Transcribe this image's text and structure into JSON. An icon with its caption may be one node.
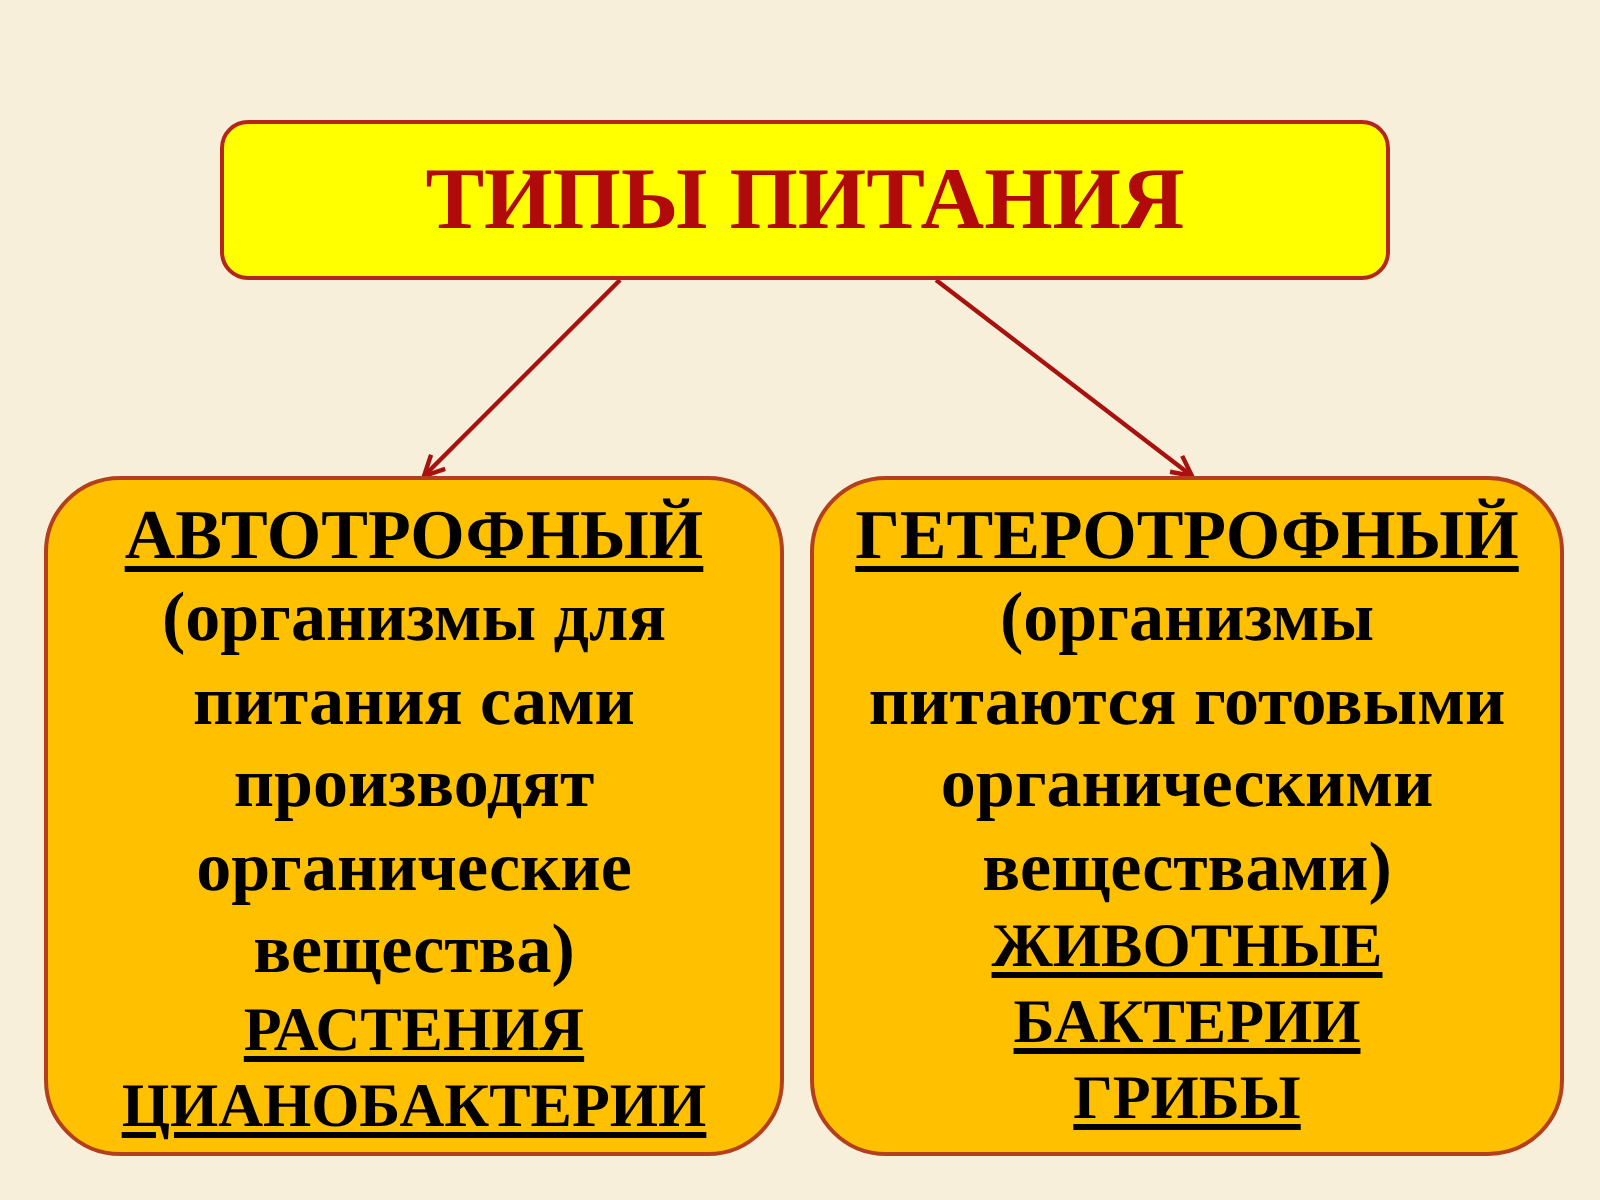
{
  "diagram": {
    "nodes": [
      {
        "text": [
          "ТИПЫ ПИТАНИЯ"
        ]
      },
      {
        "text": [
          "АВТОТРОФНЫЙ",
          "(организмы для питания сами производят органические вещества)",
          "РАСТЕНИЯ",
          "ЦИАНОБАКТЕРИИ"
        ]
      },
      {
        "text": [
          "ГЕТЕРОТРОФНЫЙ",
          "(организмы питаются готовыми органическими веществами)",
          "ЖИВОТНЫЕ",
          "БАКТЕРИИ",
          "ГРИБЫ"
        ]
      }
    ],
    "edges": [
      {
        "from": 0,
        "to": 1,
        "arrow": "to"
      },
      {
        "from": 0,
        "to": 2,
        "arrow": "to"
      }
    ]
  }
}
